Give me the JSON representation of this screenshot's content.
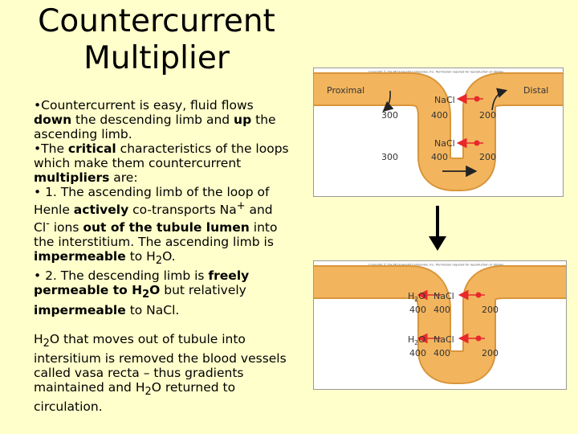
{
  "slide": {
    "title_line1": "Countercurrent",
    "title_line2": "Multiplier"
  },
  "text": {
    "p1_bullet": "•",
    "p1_a": "Countercurrent is easy, fluid flows ",
    "p1_down": "down",
    "p1_b": " the descending limb and ",
    "p1_up": "up",
    "p1_c": " the ascending limb.",
    "p2_bullet": "•",
    "p2_a": "The ",
    "p2_critical": "critical",
    "p2_b": " characteristics of the loops which make them countercurrent ",
    "p2_multipliers": "multipliers",
    "p2_c": " are:",
    "p3_bullet": "• 1.",
    "p3_a": " The ascending limb of the loop of Henle ",
    "p3_actively": "actively",
    "p3_b": " co-transports Na",
    "p3_plus": "+",
    "p3_c": " and Cl",
    "p3_minus": "-",
    "p3_d": " ions ",
    "p3_out": "out of the tubule lumen",
    "p3_e": " into the interstitium.       The ascending limb is ",
    "p3_impermeable": "impermeable",
    "p3_f": " to H",
    "p3_sub": "2",
    "p3_g": "O.",
    "p4_bullet": "• 2.",
    "p4_a": " The descending limb is ",
    "p4_freely": "freely permeable to H",
    "p4_sub": "2",
    "p4_o": "O",
    "p4_b": " but relatively ",
    "p4_imperm": "impermeable",
    "p4_c": " to NaCl.",
    "p5_h": "H",
    "p5_sub1": "2",
    "p5_a": "O that moves out of tubule into intersitium is removed the blood vessels called vasa recta – thus gradients maintained and H",
    "p5_sub2": "2",
    "p5_b": "O returned to circulation."
  },
  "figure_top": {
    "copyright": "Copyright © The McGraw-Hill Companies, Inc. Permission required for reproduction or display.",
    "proximal": "Proximal",
    "distal": "Distal",
    "nacl_1": "NaCl",
    "nacl_2": "NaCl",
    "v300_top": "300",
    "v400_top": "400",
    "v200_top": "200",
    "v300_bot": "300",
    "v400_bot": "400",
    "v200_bot": "200"
  },
  "figure_bottom": {
    "copyright": "Copyright © The McGraw-Hill Companies, Inc. Permission required for reproduction or display.",
    "h2o_1": "H",
    "h2o_1_sub": "2",
    "h2o_1_o": "O",
    "h2o_2": "H",
    "h2o_2_sub": "2",
    "h2o_2_o": "O",
    "nacl_1": "NaCl",
    "nacl_2": "NaCl",
    "v400_tl": "400",
    "v400_tm": "400",
    "v200_tr": "200",
    "v400_bl": "400",
    "v400_bm": "400",
    "v200_br": "200"
  },
  "colors": {
    "background": "#ffffcc",
    "tube": "#f2b55e",
    "tube_edge": "#d9953a",
    "arrow_red": "#e8282b"
  }
}
